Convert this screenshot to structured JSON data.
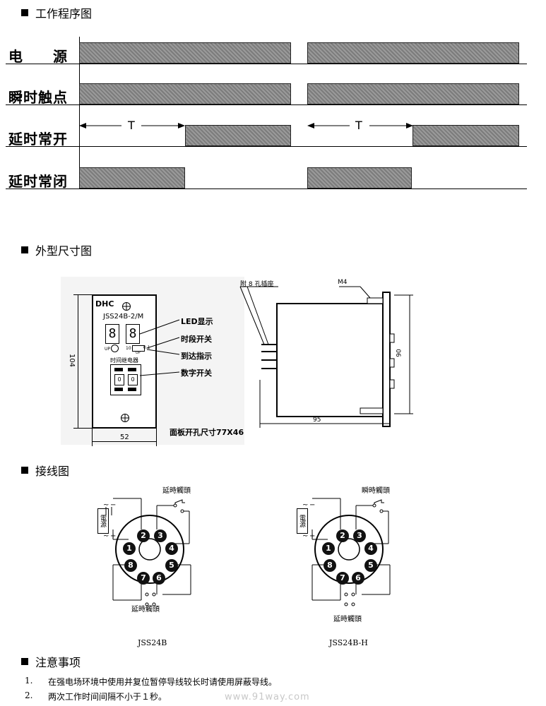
{
  "sections": {
    "timing": "工作程序图",
    "dims": "外型尺寸图",
    "wiring": "接线图",
    "notes": "注意事项"
  },
  "timing_rows": [
    "电　　源",
    "瞬时触点",
    "延时常开",
    "延时常闭"
  ],
  "timing_T": "T",
  "front_panel": {
    "brand": "DHC",
    "model": "JSS24B-2/M",
    "relay_label": "时间继电器",
    "up_label": "UP",
    "range_left": "10",
    "range_right": "0.1",
    "range_down": "UP"
  },
  "callouts": [
    "LED显示",
    "时段开关",
    "到达指示",
    "数字开关"
  ],
  "dims": {
    "height": "104",
    "width": "52",
    "cutout": "面板开孔尺寸77X46",
    "socket": "附 8 孔插座",
    "screw": "M4",
    "side_h": "90",
    "depth": "95"
  },
  "wiring": {
    "delay_contact": "延時觸頭",
    "instant_contact": "瞬時觸頭",
    "power": "電源",
    "tilde": "~",
    "minus": "−",
    "plus": "+",
    "pins": [
      "1",
      "2",
      "3",
      "4",
      "5",
      "6",
      "7",
      "8"
    ],
    "left_caption": "JSS24B",
    "right_caption": "JSS24B-H"
  },
  "notes": [
    {
      "num": "1.",
      "text": "在强电场环境中使用并复位暂停导线较长时请使用屏蔽导线。"
    },
    {
      "num": "2.",
      "text": "两次工作时间间隔不小于１秒。"
    }
  ],
  "watermark": "www.91way.com",
  "colors": {
    "bar": "#8a8a8a",
    "ink": "#000000",
    "pin_fill": "#111111"
  }
}
